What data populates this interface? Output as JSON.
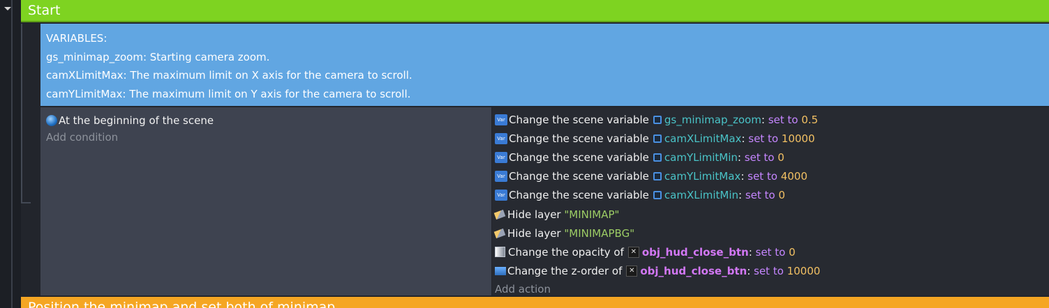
{
  "group": {
    "title": "Start"
  },
  "comment": {
    "lines": [
      "VARIABLES:",
      "gs_minimap_zoom: Starting camera zoom.",
      "camXLimitMax: The maximum limit on X axis for the camera to scroll.",
      "camYLimitMax: The maximum limit on Y axis for the camera to scroll."
    ]
  },
  "conditions": {
    "items": [
      {
        "icon": "scene-start-icon",
        "text": "At the beginning of the scene"
      }
    ],
    "add_label": "Add condition"
  },
  "actions": {
    "items": [
      {
        "icon": "variable-icon",
        "prefix": "Change the scene variable",
        "variable": "gs_minimap_zoom",
        "op": "set to",
        "value": "0.5"
      },
      {
        "icon": "variable-icon",
        "prefix": "Change the scene variable",
        "variable": "camXLimitMax",
        "op": "set to",
        "value": "10000"
      },
      {
        "icon": "variable-icon",
        "prefix": "Change the scene variable",
        "variable": "camYLimitMin",
        "op": "set to",
        "value": "0"
      },
      {
        "icon": "variable-icon",
        "prefix": "Change the scene variable",
        "variable": "camYLimitMax",
        "op": "set to",
        "value": "4000"
      },
      {
        "icon": "variable-icon",
        "prefix": "Change the scene variable",
        "variable": "camXLimitMin",
        "op": "set to",
        "value": "0"
      },
      {
        "icon": "layer-icon",
        "prefix": "Hide layer",
        "layer": "\"MINIMAP\""
      },
      {
        "icon": "layer-icon",
        "prefix": "Hide layer",
        "layer": "\"MINIMAPBG\""
      },
      {
        "icon": "opacity-icon",
        "prefix": "Change the opacity of",
        "object": "obj_hud_close_btn",
        "op": "set to",
        "value": "0"
      },
      {
        "icon": "zorder-icon",
        "prefix": "Change the z-order of",
        "object": "obj_hud_close_btn",
        "op": "set to",
        "value": "10000"
      }
    ],
    "add_label": "Add action"
  },
  "next_group": {
    "title": "Position the minimap and set both of minimap"
  },
  "colors": {
    "start_group": "#7ed321",
    "comment_bg": "#61a6e2",
    "next_group": "#f5a623",
    "conditions_bg": "#3e4350",
    "actions_bg": "#272a31"
  }
}
